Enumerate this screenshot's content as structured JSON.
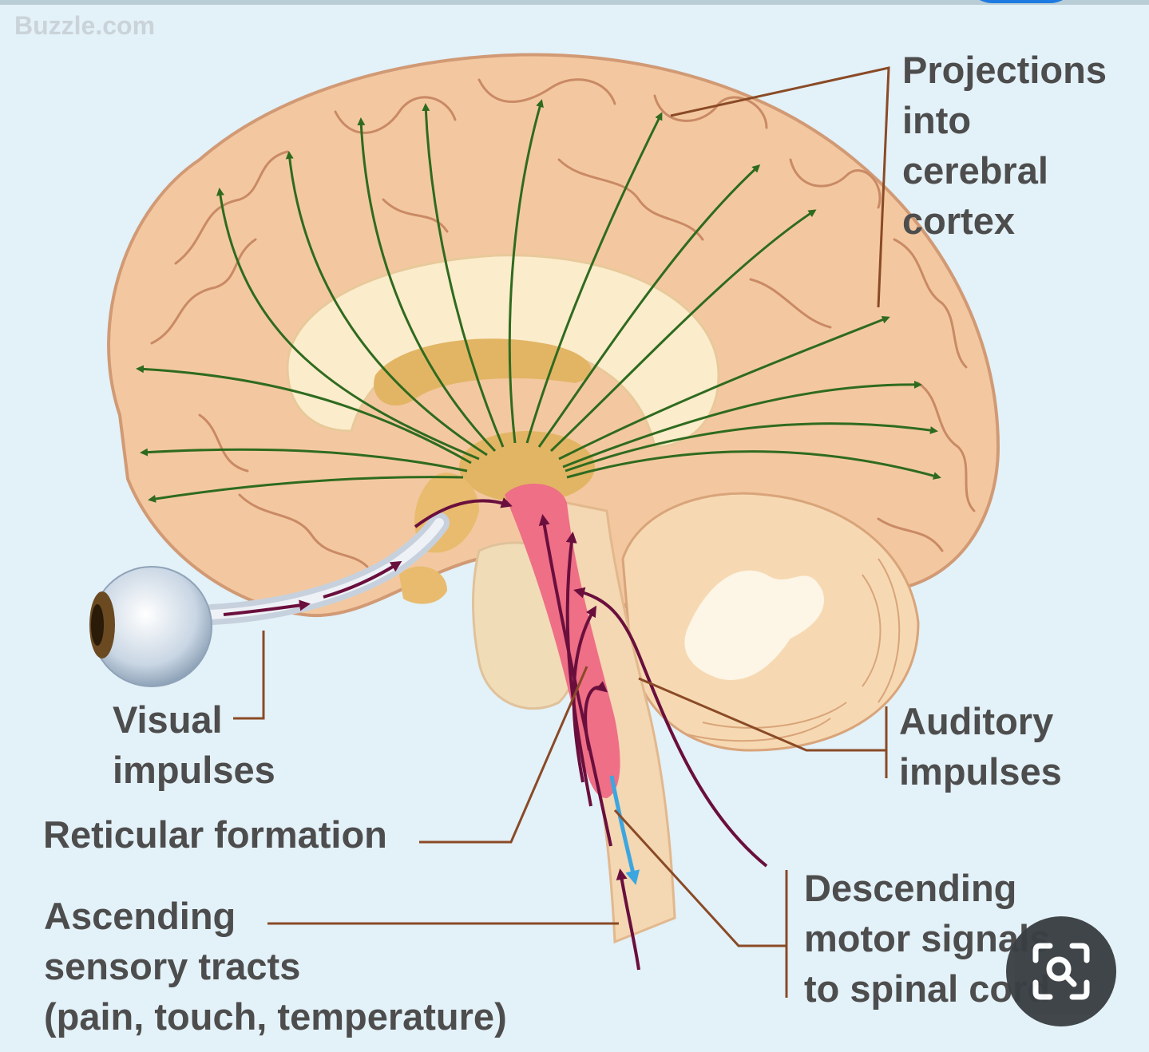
{
  "watermark": "Buzzle.com",
  "labels": {
    "projections": "Projections\ninto\ncerebral\ncortex",
    "visual": "Visual\nimpulses",
    "auditory": "Auditory\nimpulses",
    "reticular": "Reticular formation",
    "ascending": "Ascending\nsensory tracts\n(pain, touch, temperature)",
    "descending": "Descending\nmotor signals\nto spinal cord"
  },
  "icons": {
    "lens_button": "visual-search-icon"
  },
  "colors": {
    "background": "#e3f1f8",
    "cortex": "#f3c8a0",
    "cortex_fold": "#c98a65",
    "white_matter": "#fbeccc",
    "thalamus": "#e2b565",
    "reticular": "#ee6f86",
    "projection_arrow": "#2f6b1f",
    "sensory_arrow": "#6a0f3d",
    "motor_arrow": "#3ca6e0",
    "leader_line": "#8a4a26",
    "label_text": "#4d4d4d"
  }
}
